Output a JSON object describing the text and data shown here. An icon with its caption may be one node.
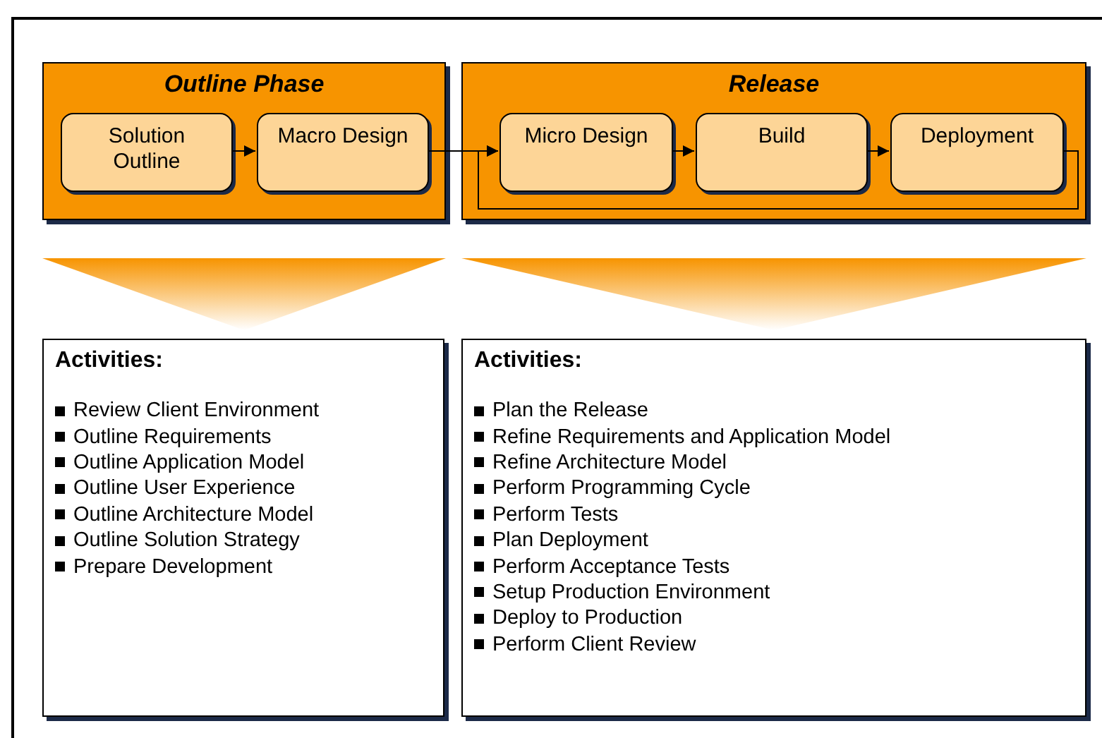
{
  "diagram": {
    "nodes": [
      {
        "text": [
          "Outline Phase"
        ]
      },
      {
        "text": [
          "Solution Outline"
        ],
        "in": 0
      },
      {
        "text": [
          "Macro Design"
        ],
        "in": 0
      },
      {
        "text": [
          "Release"
        ]
      },
      {
        "text": [
          "Micro Design"
        ],
        "in": 3
      },
      {
        "text": [
          "Build"
        ],
        "in": 3
      },
      {
        "text": [
          "Deployment"
        ],
        "in": 3
      },
      {
        "text": [],
        "shape": "triangle"
      },
      {
        "text": [],
        "shape": "triangle"
      },
      {
        "text": [
          "Activities:",
          "Review Client Environment",
          "Outline Requirements",
          "Outline Application Model",
          "Outline User Experience",
          "Outline Architecture Model",
          "Outline Solution Strategy",
          "Prepare Development"
        ]
      },
      {
        "text": [
          "Activities:",
          "Plan the Release",
          "Refine Requirements and Application Model",
          "Refine Architecture Model",
          "Perform Programming Cycle",
          "Perform Tests",
          "Plan Deployment",
          "Perform Acceptance Tests",
          "Setup Production Environment",
          "Deploy to Production",
          "Perform Client Review"
        ]
      }
    ],
    "edges": [
      {
        "from": 1,
        "to": 2,
        "arrow": "to"
      },
      {
        "from": 2,
        "to": 4,
        "arrow": "to"
      },
      {
        "from": 4,
        "to": 5,
        "arrow": "to"
      },
      {
        "from": 5,
        "to": 6,
        "arrow": "to"
      },
      {
        "from": 6,
        "to": 4,
        "arrow": "to"
      }
    ]
  }
}
